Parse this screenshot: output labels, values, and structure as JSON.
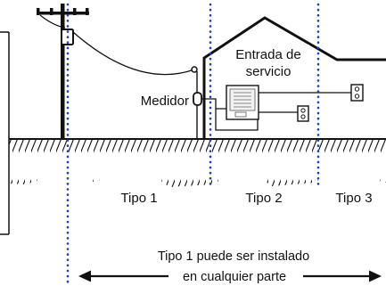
{
  "labels": {
    "service_entrance_line1": "Entrada de",
    "service_entrance_line2": "servicio",
    "meter": "Medidor",
    "type1": "Tipo 1",
    "type2": "Tipo 2",
    "type3": "Tipo 3",
    "note_line1": "Tipo 1 puede ser instalado",
    "note_line2": "en cualquier parte"
  },
  "colors": {
    "ink": "#111111",
    "zone_divider": "#1a3fbf",
    "background": "#ffffff"
  }
}
